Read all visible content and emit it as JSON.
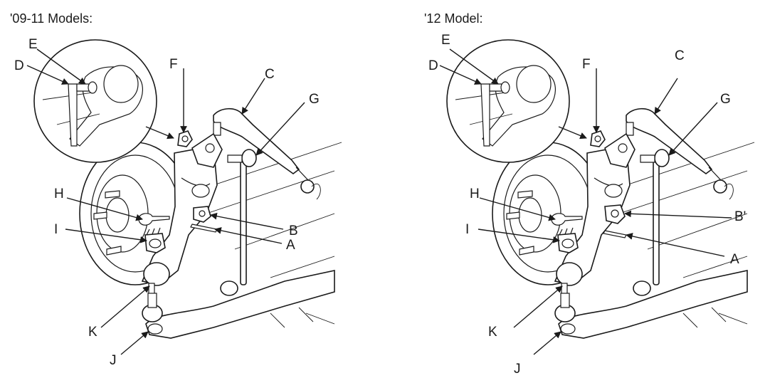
{
  "panels": [
    {
      "title": "'09-11 Models:",
      "labels": {
        "A": "A",
        "B": "B",
        "C": "C",
        "D": "D",
        "E": "E",
        "F": "F",
        "G": "G",
        "H": "H",
        "I": "I",
        "J": "J",
        "K": "K"
      }
    },
    {
      "title": "'12 Model:",
      "labels": {
        "A": "A",
        "B": "B'",
        "C": "C",
        "D": "D",
        "E": "E",
        "F": "F",
        "G": "G",
        "H": "H",
        "I": "I",
        "J": "J",
        "K": "K"
      }
    }
  ],
  "colors": {
    "line": "#1a1a1a",
    "background": "#ffffff",
    "shade": "#d9d9d9"
  }
}
